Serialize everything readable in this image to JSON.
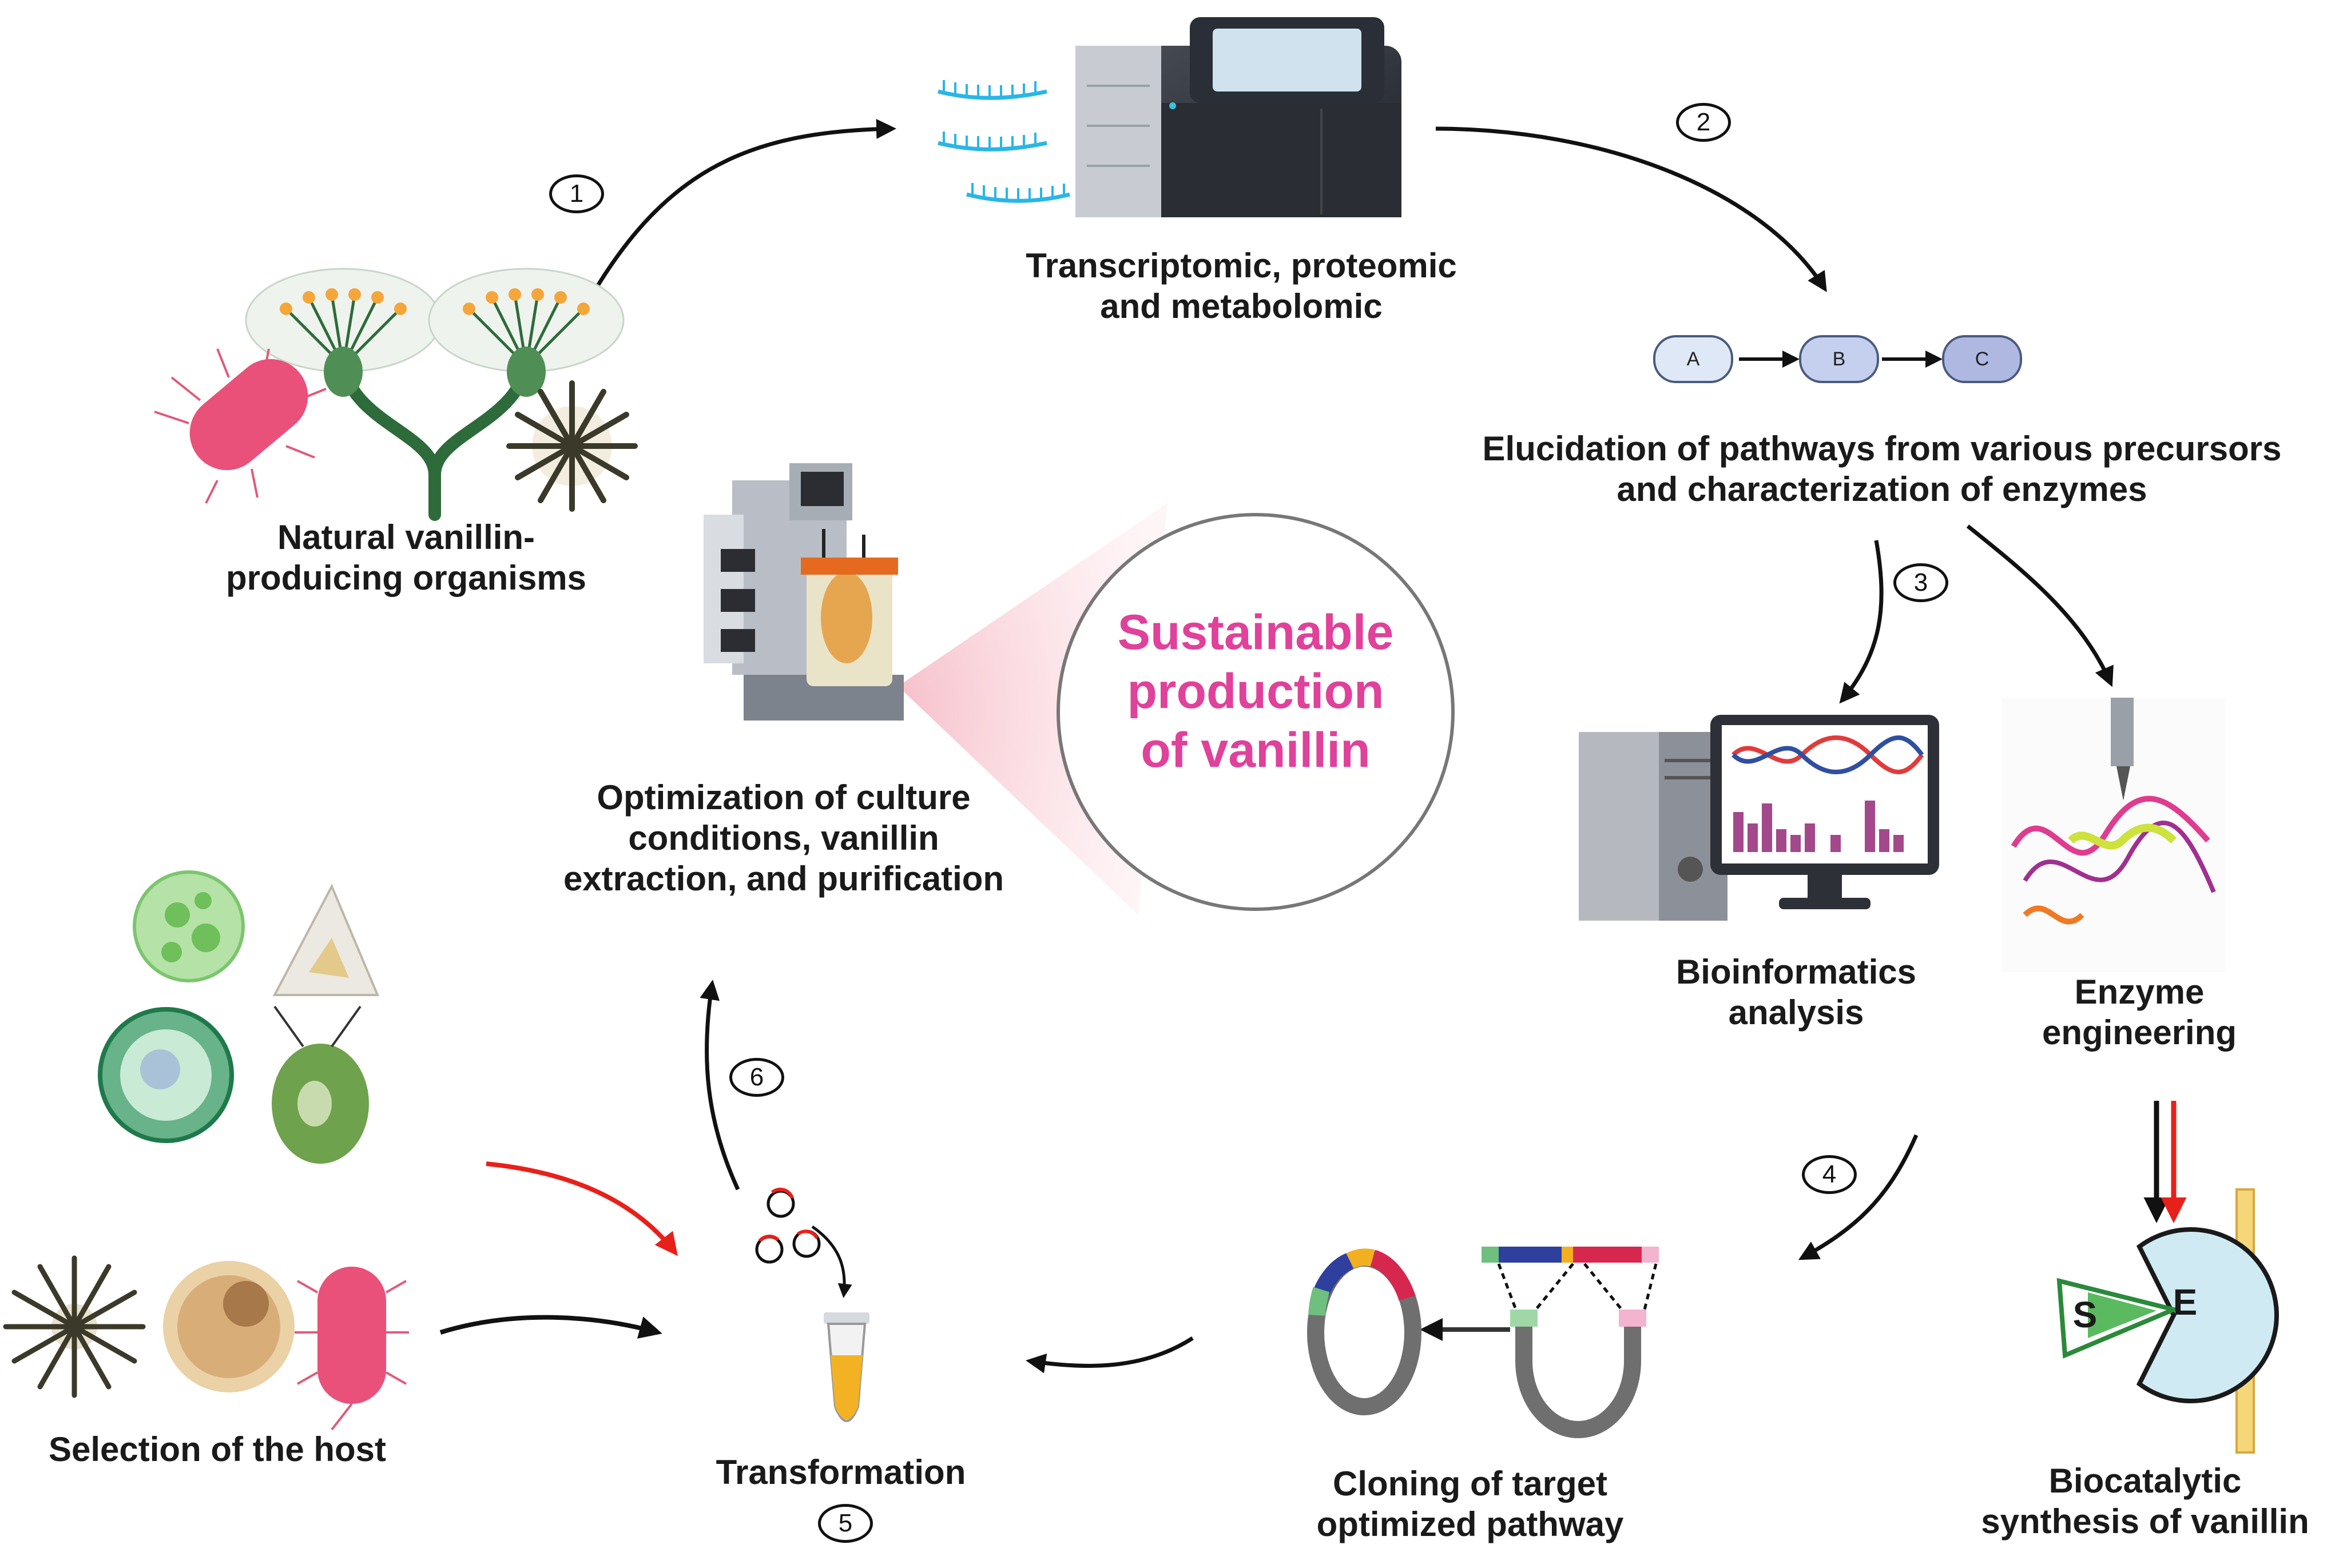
{
  "center": {
    "line1": "Sustainable",
    "line2": "production",
    "line3": "of vanillin"
  },
  "labels": {
    "organisms": [
      "Natural vanillin-",
      "produicing organisms"
    ],
    "omics": [
      "Transcriptomic, proteomic",
      "and metabolomic"
    ],
    "pathways": [
      "Elucidation of pathways from various precursors",
      "and characterization of enzymes"
    ],
    "bioinformatics": [
      "Bioinformatics",
      "analysis"
    ],
    "enzyme_engineering": [
      "Enzyme",
      "engineering"
    ],
    "biocatalytic": [
      "Biocatalytic",
      "synthesis of vanillin"
    ],
    "cloning": [
      "Cloning of target",
      "optimized pathway"
    ],
    "transformation": "Transformation",
    "host": "Selection of the host",
    "culture": [
      "Optimization of culture",
      "conditions, vanillin",
      "extraction, and purification"
    ]
  },
  "steps": [
    "1",
    "2",
    "3",
    "4",
    "5",
    "6"
  ],
  "pathway_nodes": [
    "A",
    "B",
    "C"
  ],
  "enzyme_diagram": {
    "substrate": "S",
    "enzyme": "E"
  },
  "colors": {
    "accent_pink": "#e0419a",
    "arrow": "#111111",
    "red_arrow": "#e8201a"
  }
}
